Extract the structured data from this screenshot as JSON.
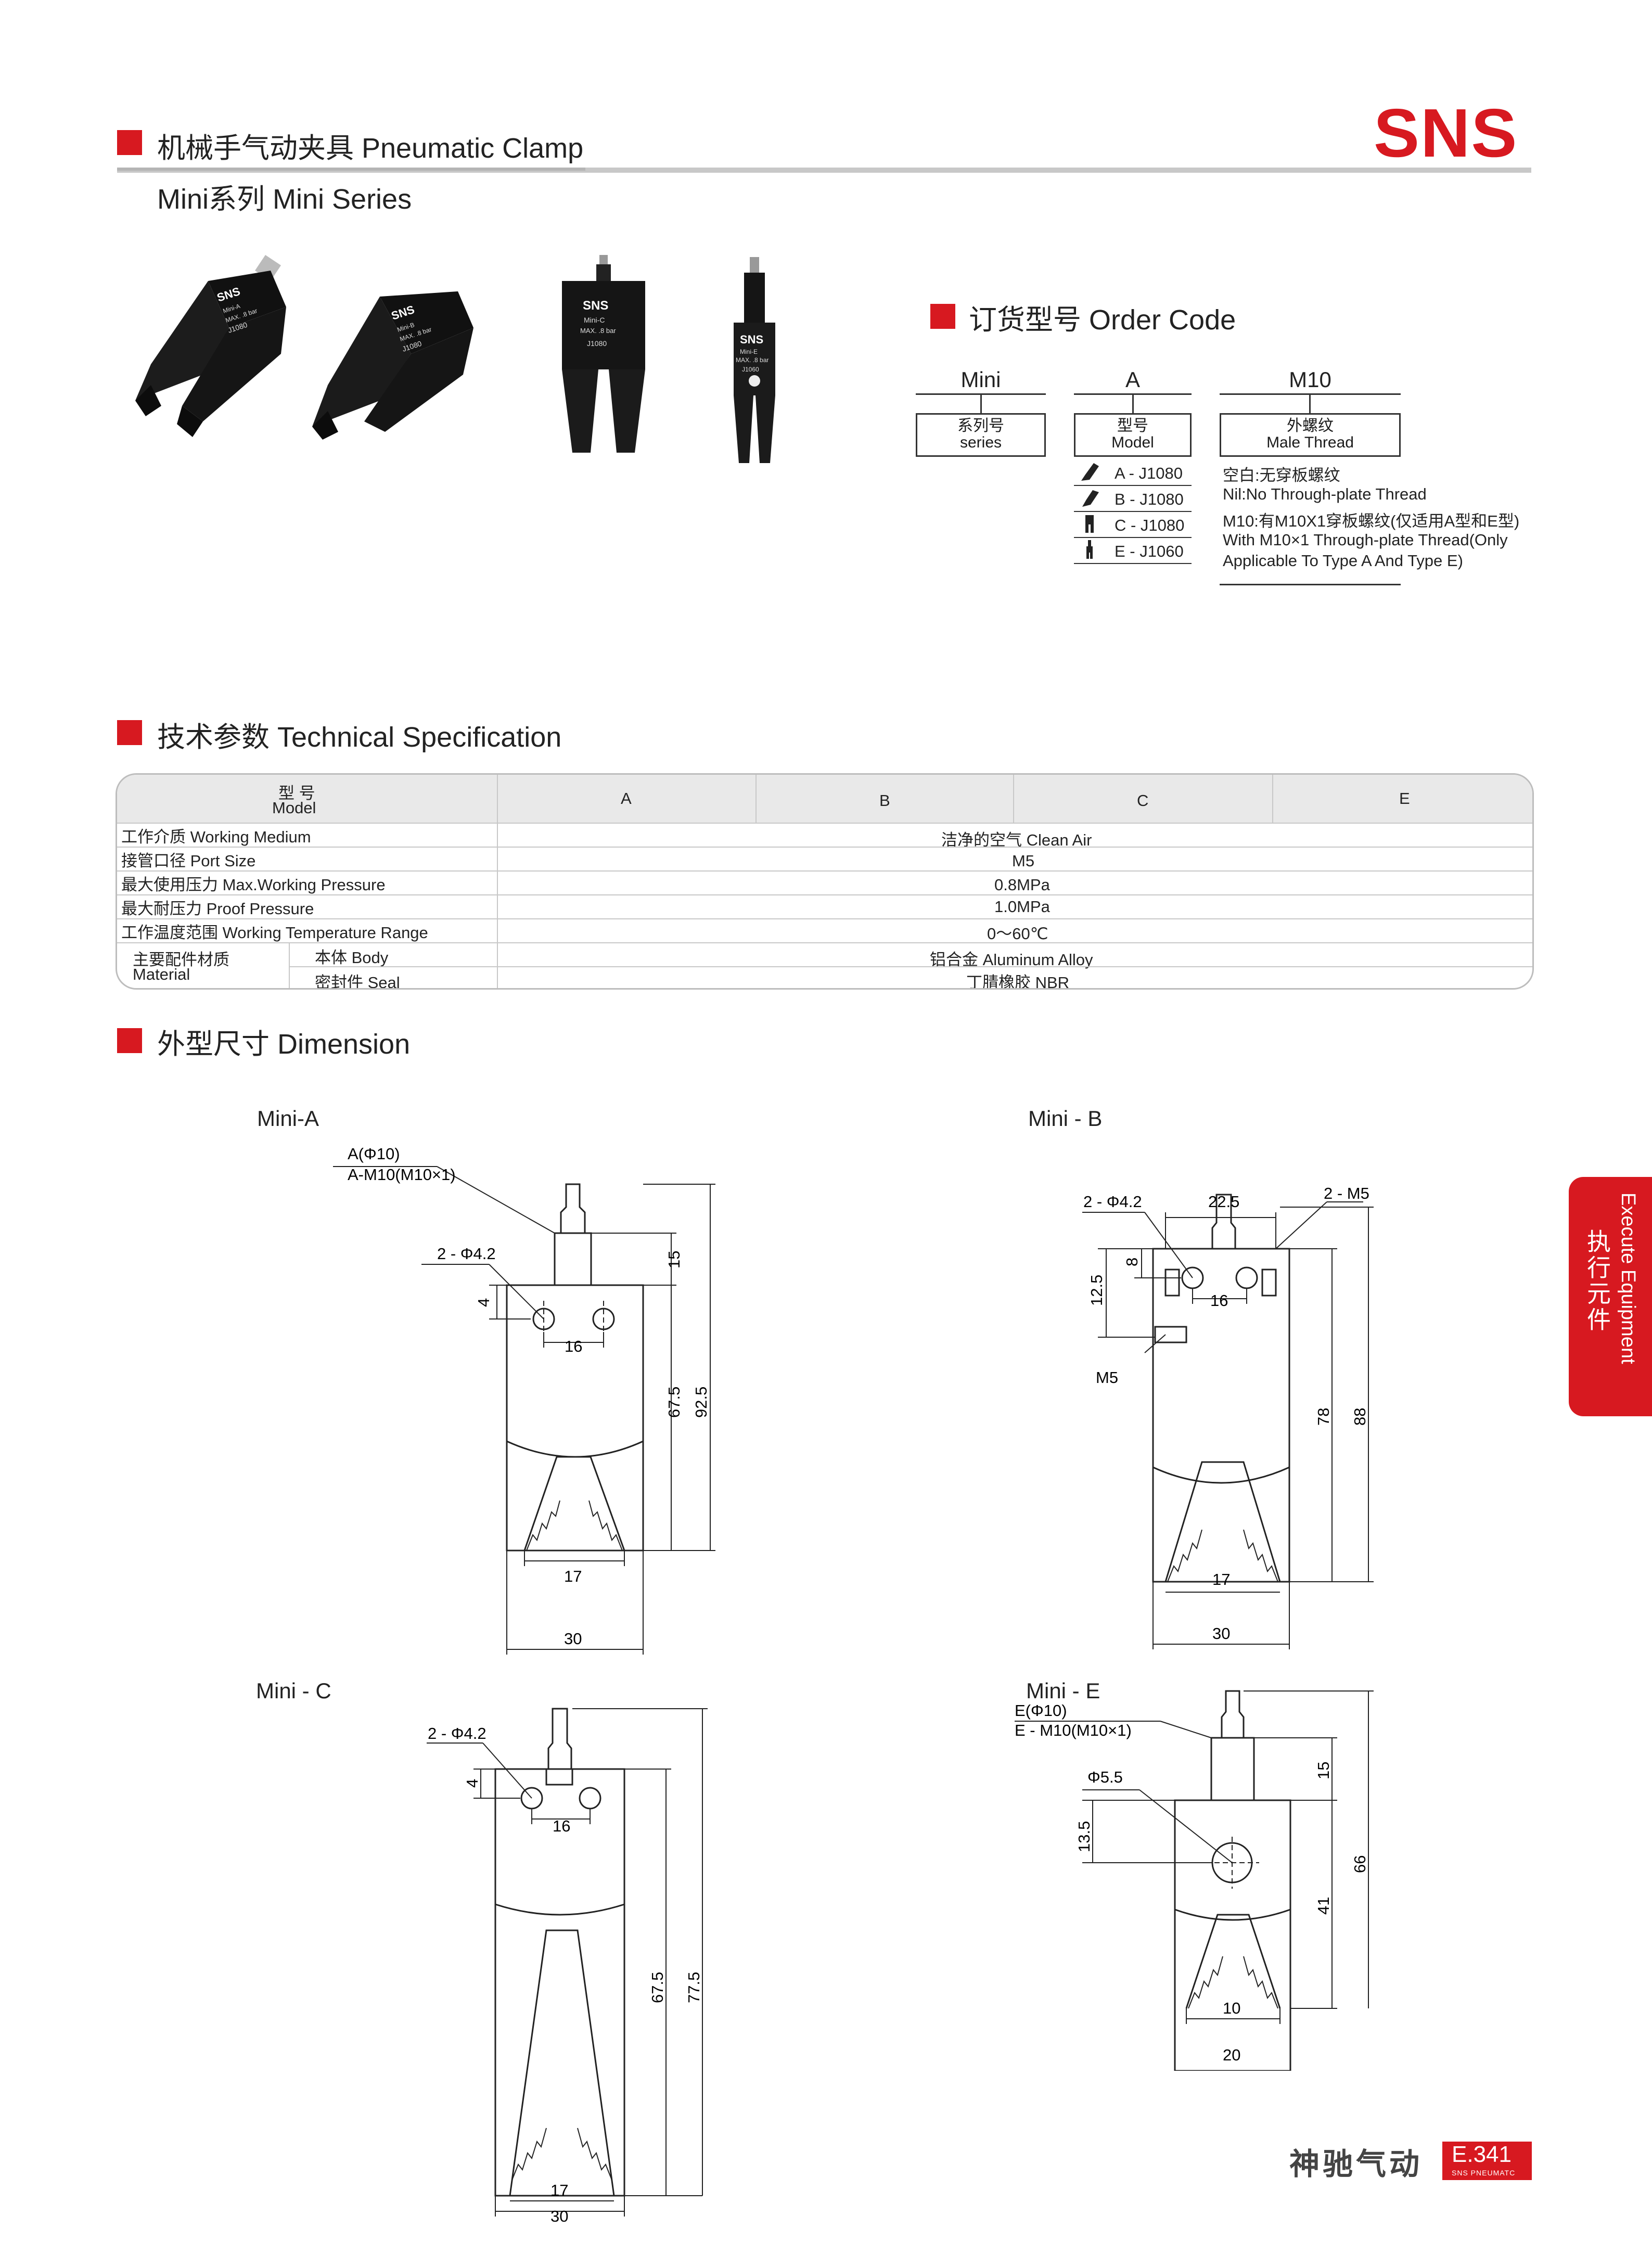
{
  "header": {
    "title": "机械手气动夹具 Pneumatic Clamp",
    "series": "Mini系列 Mini Series",
    "brand": "SNS"
  },
  "colors": {
    "accent": "#d71920",
    "table_head": "#e9e9e9",
    "line": "#bdbdbd"
  },
  "products": {
    "items": [
      {
        "logo": "SNS",
        "line1": "Mini-A",
        "line2": "MAX. .8 bar",
        "line3": "J1080"
      },
      {
        "logo": "SNS",
        "line1": "Mini-B",
        "line2": "MAX. .8 bar",
        "line3": "J1080"
      },
      {
        "logo": "SNS",
        "line1": "Mini-C",
        "line2": "MAX. .8 bar",
        "line3": "J1080"
      },
      {
        "logo": "SNS",
        "line1": "Mini-E",
        "line2": "MAX. .8 bar",
        "line3": "J1060"
      }
    ]
  },
  "order_code": {
    "heading": "订货型号 Order Code",
    "col1": {
      "head": "Mini",
      "box1": "系列号",
      "box2": "series"
    },
    "col2": {
      "head": "A",
      "box1": "型号",
      "box2": "Model"
    },
    "col3": {
      "head": "M10",
      "box1": "外螺纹",
      "box2": "Male Thread"
    },
    "models": [
      "A - J1080",
      "B - J1080",
      "C - J1080",
      "E - J1060"
    ],
    "thread_notes": [
      "空白:无穿板螺纹",
      "Nil:No Through-plate Thread",
      "M10:有M10X1穿板螺纹(仅适用A型和E型)",
      "With M10×1 Through-plate Thread(Only",
      "Applicable To Type A And Type E)"
    ]
  },
  "spec": {
    "heading": "技术参数 Technical Specification",
    "model_label_cn": "型 号",
    "model_label_en": "Model",
    "columns": [
      "A",
      "B",
      "C",
      "E"
    ],
    "rows": [
      {
        "label": "工作介质 Working Medium",
        "value": "洁净的空气 Clean Air"
      },
      {
        "label": "接管口径 Port Size",
        "value": "M5"
      },
      {
        "label": "最大使用压力 Max.Working Pressure",
        "value": "0.8MPa"
      },
      {
        "label": "最大耐压力 Proof Pressure",
        "value": "1.0MPa"
      },
      {
        "label": "工作温度范围 Working Temperature Range",
        "value": "0～60℃"
      }
    ],
    "material_label_cn": "主要配件材质",
    "material_label_en": "Material",
    "body_label": "本体 Body",
    "body_value": "铝合金 Aluminum Alloy",
    "seal_label": "密封件 Seal",
    "seal_value": "丁腈橡胶 NBR"
  },
  "dimension": {
    "heading": "外型尺寸 Dimension",
    "mini_a": {
      "title": "Mini-A",
      "a1": "A(Φ10)",
      "a2": "A-M10(M10×1)",
      "hole": "2 - Φ4.2",
      "d4": "4",
      "d16": "16",
      "d15": "15",
      "d67": "67.5",
      "d92": "92.5",
      "d17": "17",
      "d30": "30"
    },
    "mini_b": {
      "title": "Mini - B",
      "d22": "22.5",
      "m5a": "2 - M5",
      "hole": "2 - Φ4.2",
      "d8": "8",
      "d12": "12.5",
      "d16": "16",
      "m5b": "M5",
      "d78": "78",
      "d88": "88",
      "d17": "17",
      "d30": "30"
    },
    "mini_c": {
      "title": "Mini - C",
      "hole": "2 - Φ4.2",
      "d4": "4",
      "d16": "16",
      "d67": "67.5",
      "d77": "77.5",
      "d17": "17",
      "d30": "30"
    },
    "mini_e": {
      "title": "Mini - E",
      "e1": "E(Φ10)",
      "e2": "E - M10(M10×1)",
      "hole": "Φ5.5",
      "d13": "13.5",
      "d15": "15",
      "d41": "41",
      "d66": "66",
      "d10": "10",
      "d20": "20"
    }
  },
  "sidetab": {
    "en": "Execute Equipment",
    "cn": "执行元件"
  },
  "footer": {
    "brand_cn": "神驰气动",
    "page": "E.341",
    "sub": "SNS PNEUMATC"
  }
}
